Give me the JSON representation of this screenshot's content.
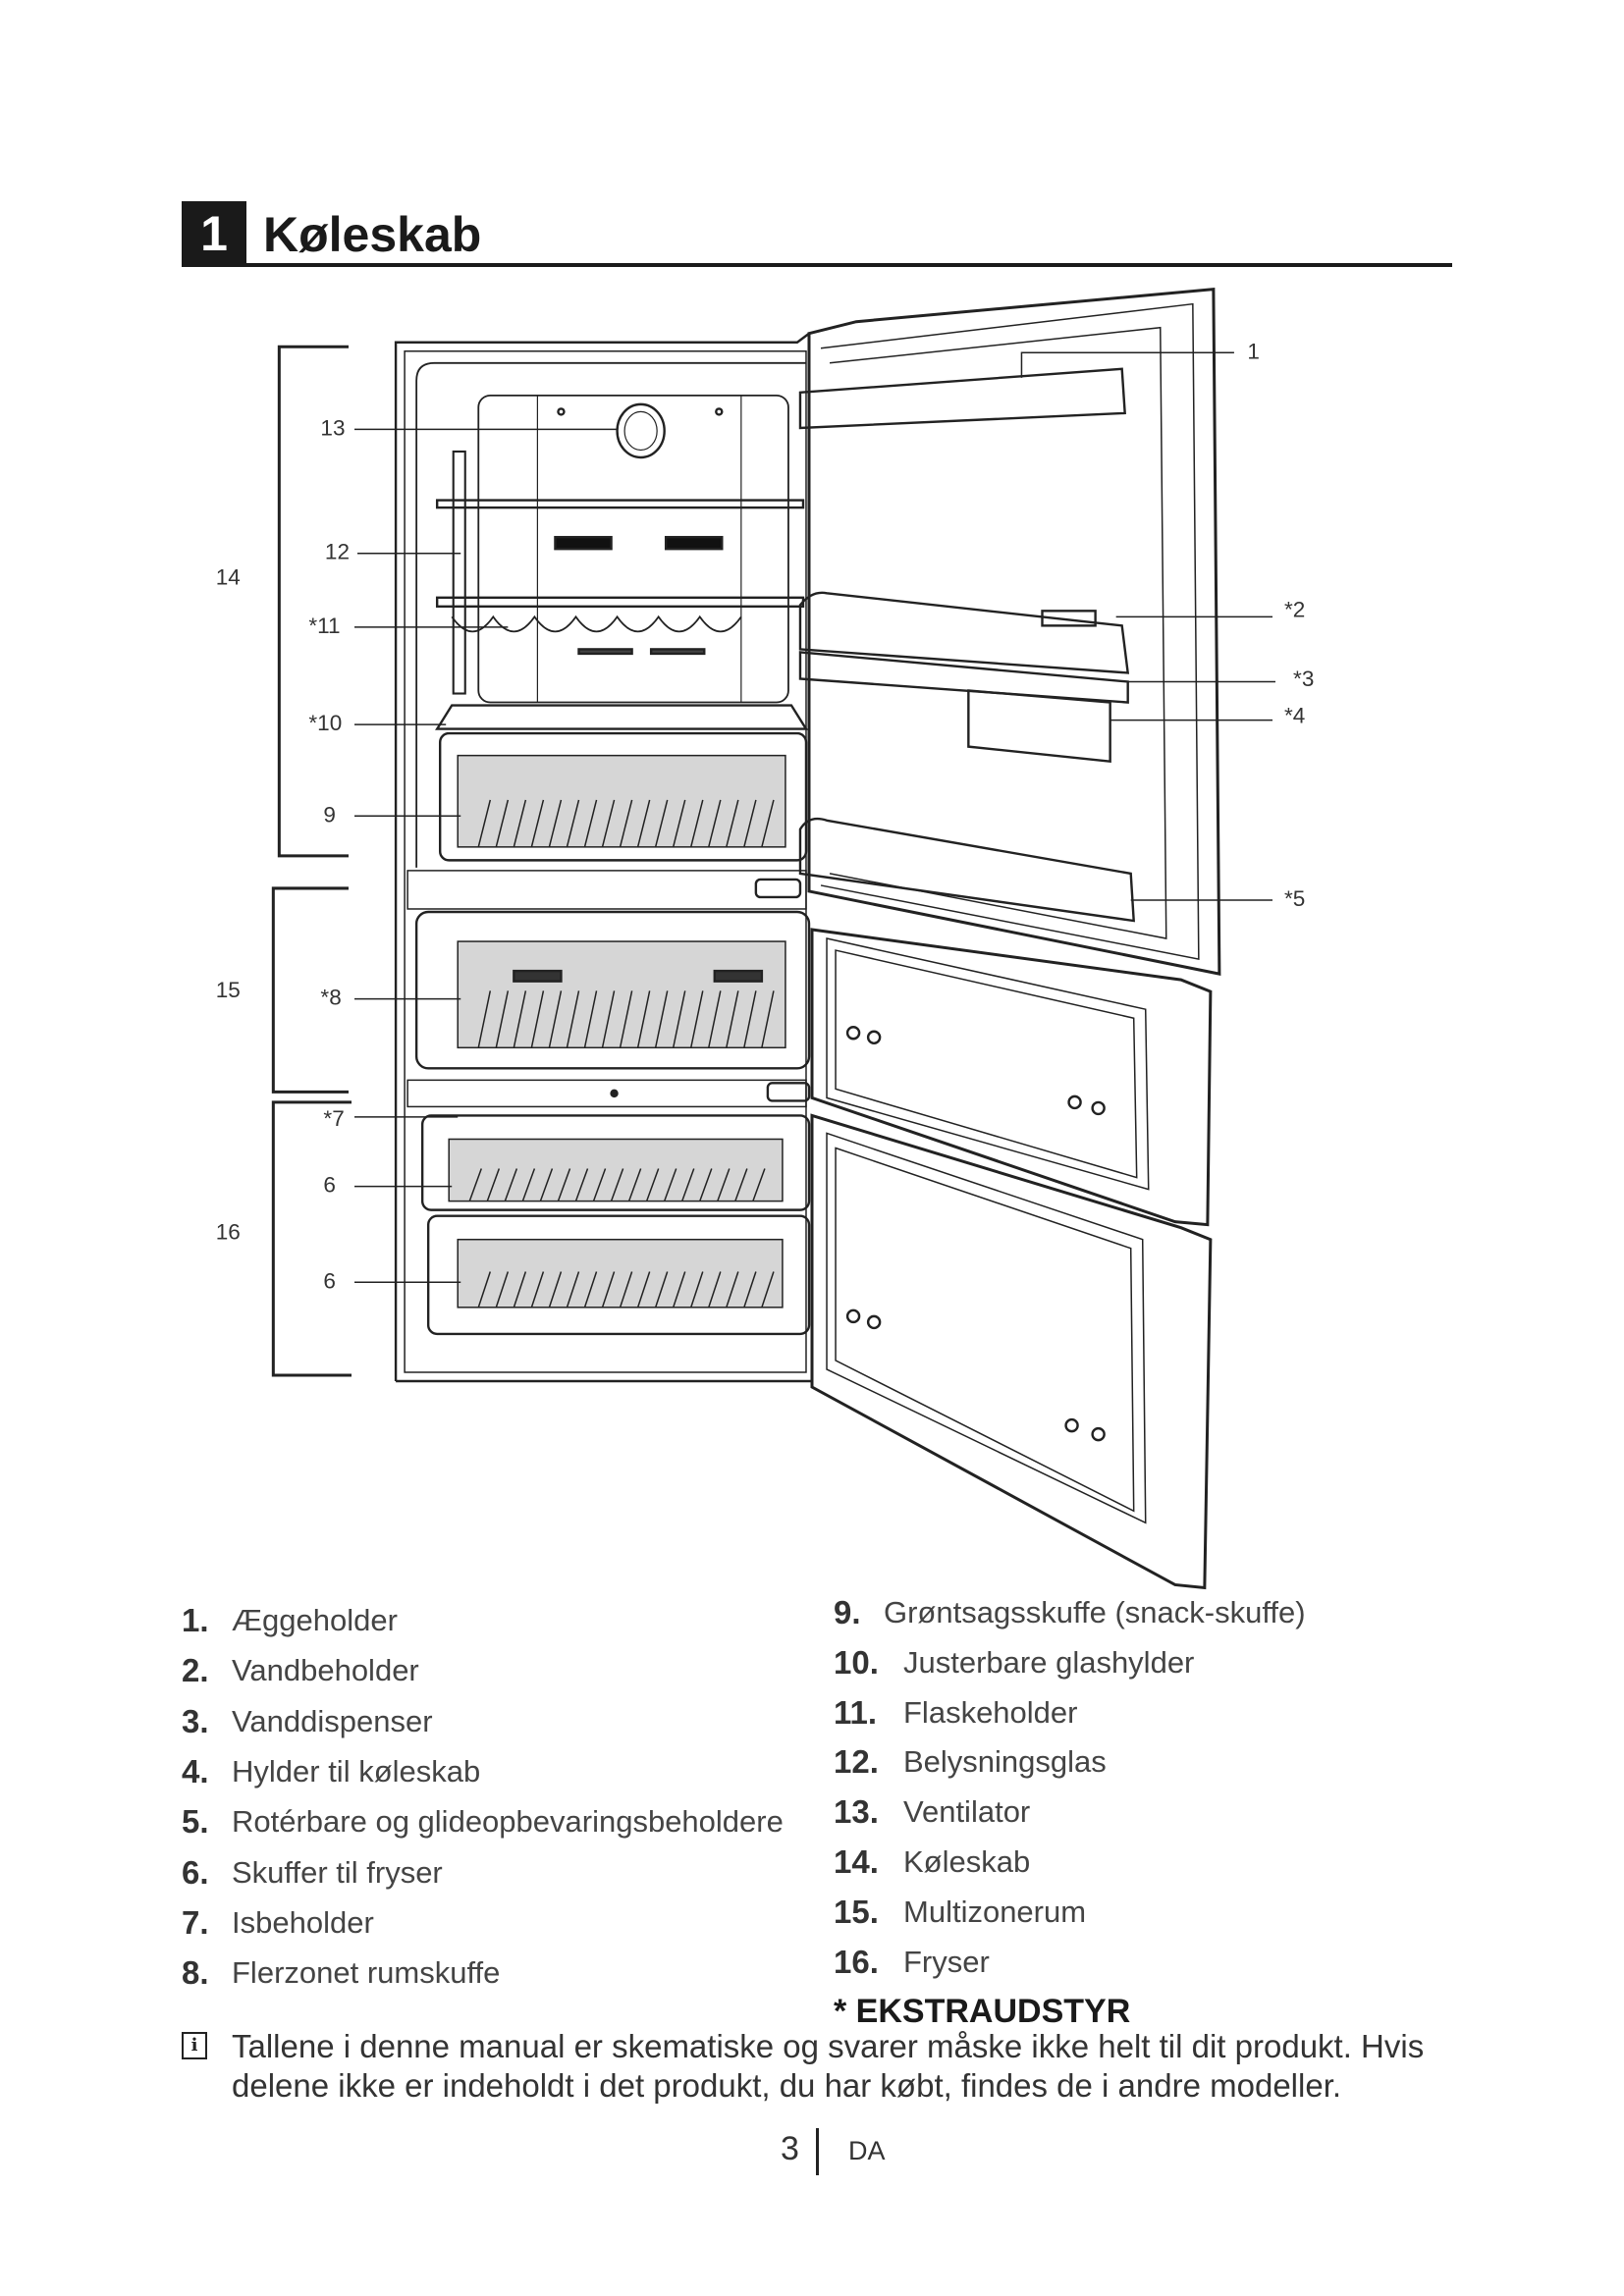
{
  "header": {
    "section_number": "1",
    "title": "Køleskab"
  },
  "diagram": {
    "callouts_left": {
      "c13": "13",
      "c12": "12",
      "c11": "*11",
      "c10": "*10",
      "c9": "9",
      "c8": "*8",
      "c7": "*7",
      "c6a": "6",
      "c6b": "6"
    },
    "brackets": {
      "b14": "14",
      "b15": "15",
      "b16": "16"
    },
    "callouts_right": {
      "c1": "1",
      "c2": "*2",
      "c3": "*3",
      "c4": "*4",
      "c5": "*5"
    }
  },
  "legend": {
    "left": [
      {
        "num": "1.",
        "text": "Æggeholder"
      },
      {
        "num": "2.",
        "text": "Vandbeholder"
      },
      {
        "num": "3.",
        "text": "Vanddispenser"
      },
      {
        "num": "4.",
        "text": "Hylder til køleskab"
      },
      {
        "num": "5.",
        "text": "Rotérbare og glideopbevaringsbeholdere"
      },
      {
        "num": "6.",
        "text": "Skuffer til fryser"
      },
      {
        "num": "7.",
        "text": "Isbeholder"
      },
      {
        "num": "8.",
        "text": "Flerzonet rumskuffe"
      }
    ],
    "right": [
      {
        "num": "9.",
        "text": "Grøntsagsskuffe (snack-skuffe)"
      },
      {
        "num": "10.",
        "text": "Justerbare glashylder"
      },
      {
        "num": "11.",
        "text": "Flaskeholder"
      },
      {
        "num": "12.",
        "text": "Belysningsglas"
      },
      {
        "num": "13.",
        "text": "Ventilator"
      },
      {
        "num": "14.",
        "text": "Køleskab"
      },
      {
        "num": "15.",
        "text": "Multizonerum"
      },
      {
        "num": "16.",
        "text": "Fryser"
      }
    ],
    "optional_label": "* EKSTRAUDSTYR"
  },
  "note": {
    "icon": "info-icon",
    "line1": "Tallene i denne manual er skematiske og svarer måske ikke helt til dit produkt. Hvis",
    "line2": "delene ikke er indeholdt i det produkt, du har købt, findes de i andre modeller."
  },
  "footer": {
    "page": "3",
    "language": "DA"
  }
}
